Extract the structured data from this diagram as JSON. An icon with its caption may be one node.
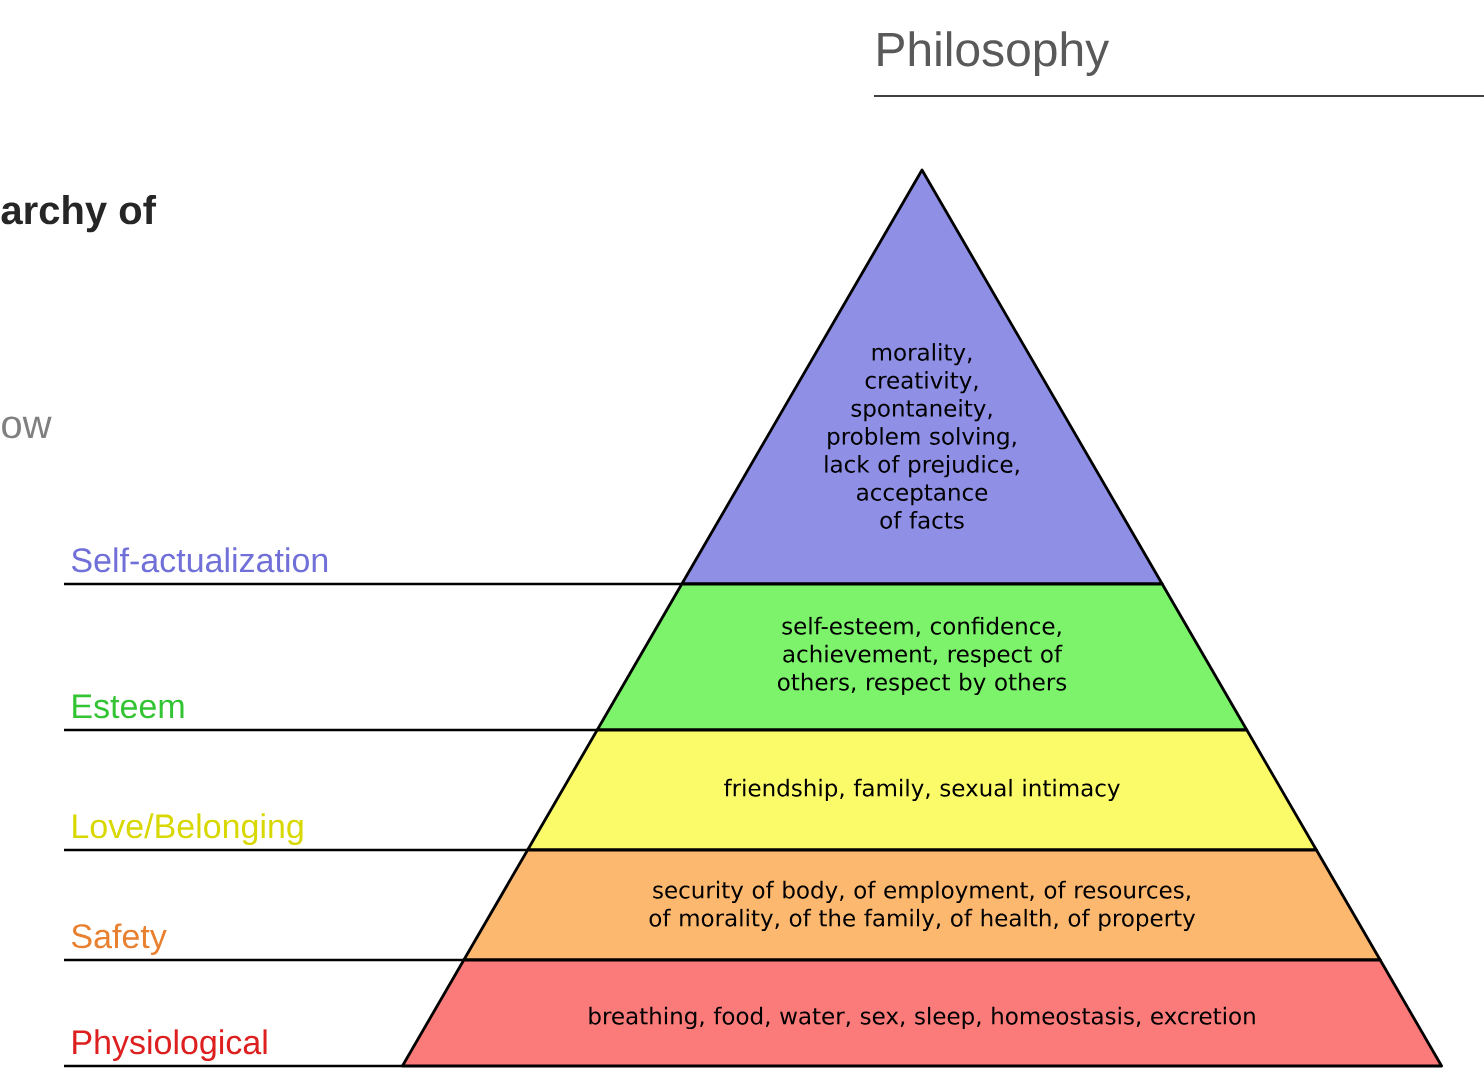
{
  "diagram": {
    "nodes": [
      {
        "text": [
          "morality, creativity, spontaneity, problem solving, lack of prejudice, acceptance of facts"
        ]
      },
      {
        "text": [
          "self-esteem, confidence, achievement, respect of others, respect by others"
        ]
      },
      {
        "text": [
          "friendship, family, sexual intimacy"
        ]
      },
      {
        "text": [
          "security of body, of employment, of resources, of morality, of the family, of health, of property"
        ]
      },
      {
        "text": [
          "breathing, food, water, sex, sleep, homeostasis, excretion"
        ]
      }
    ],
    "labels": [
      "Philosophy",
      "archy of",
      "ow",
      "Self-actualization",
      "Esteem",
      "Love/Belonging",
      "Safety",
      "Physiological"
    ]
  }
}
